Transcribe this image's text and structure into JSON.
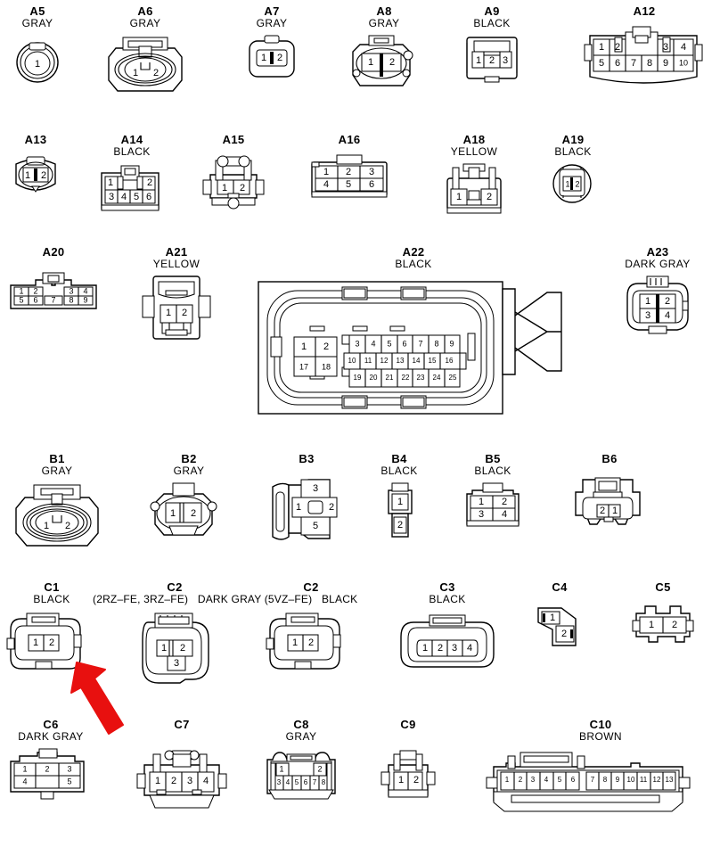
{
  "document": {
    "kind": "connector-identification-chart",
    "background": "#ffffff",
    "line_color": "#000000",
    "annotation_color": "#e8100f"
  },
  "annotation": {
    "name": "red-arrow",
    "points_to": "C1",
    "color": "#e8100f"
  },
  "connectors": [
    {
      "id": "A5",
      "color": "GRAY",
      "pins": [
        "1"
      ]
    },
    {
      "id": "A6",
      "color": "GRAY",
      "pins": [
        "1",
        "2"
      ]
    },
    {
      "id": "A7",
      "color": "GRAY",
      "pins": [
        "1",
        "2"
      ]
    },
    {
      "id": "A8",
      "color": "GRAY",
      "pins": [
        "1",
        "2"
      ]
    },
    {
      "id": "A9",
      "color": "BLACK",
      "pins": [
        "1",
        "2",
        "3"
      ]
    },
    {
      "id": "A12",
      "color": "",
      "pins": [
        "1",
        "2",
        "3",
        "4",
        "5",
        "6",
        "7",
        "8",
        "9",
        "10"
      ]
    },
    {
      "id": "A13",
      "color": "",
      "pins": [
        "1",
        "2"
      ]
    },
    {
      "id": "A14",
      "color": "BLACK",
      "pins": [
        "1",
        "2",
        "3",
        "4",
        "5",
        "6"
      ]
    },
    {
      "id": "A15",
      "color": "",
      "pins": [
        "1",
        "2"
      ]
    },
    {
      "id": "A16",
      "color": "",
      "pins": [
        "1",
        "2",
        "3",
        "4",
        "5",
        "6"
      ]
    },
    {
      "id": "A18",
      "color": "YELLOW",
      "pins": [
        "1",
        "2"
      ]
    },
    {
      "id": "A19",
      "color": "BLACK",
      "pins": [
        "1",
        "2"
      ]
    },
    {
      "id": "A20",
      "color": "",
      "pins": [
        "1",
        "2",
        "3",
        "4",
        "5",
        "6",
        "7",
        "8",
        "9"
      ]
    },
    {
      "id": "A21",
      "color": "YELLOW",
      "pins": [
        "1",
        "2"
      ]
    },
    {
      "id": "A22",
      "color": "BLACK",
      "pins": [
        "1",
        "2",
        "17",
        "18",
        "3",
        "4",
        "5",
        "6",
        "7",
        "8",
        "9",
        "10",
        "11",
        "12",
        "13",
        "14",
        "15",
        "16",
        "19",
        "20",
        "21",
        "22",
        "23",
        "24",
        "25"
      ]
    },
    {
      "id": "A23",
      "color": "DARK GRAY",
      "pins": [
        "1",
        "2",
        "3",
        "4"
      ]
    },
    {
      "id": "B1",
      "color": "GRAY",
      "pins": [
        "1",
        "2"
      ]
    },
    {
      "id": "B2",
      "color": "GRAY",
      "pins": [
        "1",
        "2"
      ]
    },
    {
      "id": "B3",
      "color": "",
      "pins": [
        "3",
        "1",
        "2",
        "5"
      ]
    },
    {
      "id": "B4",
      "color": "BLACK",
      "pins": [
        "1",
        "2"
      ]
    },
    {
      "id": "B5",
      "color": "BLACK",
      "pins": [
        "1",
        "2",
        "3",
        "4"
      ]
    },
    {
      "id": "B6",
      "color": "",
      "pins": [
        "2",
        "1"
      ]
    },
    {
      "id": "C1",
      "color": "BLACK",
      "pins": [
        "1",
        "2"
      ]
    },
    {
      "id": "C2a",
      "id_label": "C2",
      "variant": "(2RZ–FE, 3RZ–FE)",
      "color": "DARK GRAY",
      "pins": [
        "1",
        "2",
        "3"
      ]
    },
    {
      "id": "C2b",
      "id_label": "C2",
      "variant": "(5VZ–FE)",
      "color": "BLACK",
      "pins": [
        "1",
        "2"
      ]
    },
    {
      "id": "C3",
      "color": "BLACK",
      "pins": [
        "1",
        "2",
        "3",
        "4"
      ]
    },
    {
      "id": "C4",
      "color": "",
      "pins": [
        "1",
        "2"
      ]
    },
    {
      "id": "C5",
      "color": "",
      "pins": [
        "1",
        "2"
      ]
    },
    {
      "id": "C6",
      "color": "DARK GRAY",
      "pins": [
        "1",
        "2",
        "3",
        "4",
        "5"
      ]
    },
    {
      "id": "C7",
      "color": "",
      "pins": [
        "1",
        "2",
        "3",
        "4"
      ]
    },
    {
      "id": "C8",
      "color": "GRAY",
      "pins": [
        "1",
        "2",
        "3",
        "4",
        "5",
        "6",
        "7",
        "8"
      ]
    },
    {
      "id": "C9",
      "color": "",
      "pins": [
        "1",
        "2"
      ]
    },
    {
      "id": "C10",
      "color": "BROWN",
      "pins": [
        "1",
        "2",
        "3",
        "4",
        "5",
        "6",
        "7",
        "8",
        "9",
        "10",
        "11",
        "12",
        "13"
      ]
    }
  ],
  "labels": {
    "a5_id": "A5",
    "a5_color": "GRAY",
    "a5_p1": "1",
    "a6_id": "A6",
    "a6_color": "GRAY",
    "a6_p1": "1",
    "a6_p2": "2",
    "a7_id": "A7",
    "a7_color": "GRAY",
    "a7_p1": "1",
    "a7_p2": "2",
    "a8_id": "A8",
    "a8_color": "GRAY",
    "a8_p1": "1",
    "a8_p2": "2",
    "a9_id": "A9",
    "a9_color": "BLACK",
    "a9_p1": "1",
    "a9_p2": "2",
    "a9_p3": "3",
    "a12_id": "A12",
    "a12_p1": "1",
    "a12_p2": "2",
    "a12_p3": "3",
    "a12_p4": "4",
    "a12_p5": "5",
    "a12_p6": "6",
    "a12_p7": "7",
    "a12_p8": "8",
    "a12_p9": "9",
    "a12_p10": "10",
    "a13_id": "A13",
    "a13_p1": "1",
    "a13_p2": "2",
    "a14_id": "A14",
    "a14_color": "BLACK",
    "a14_p1": "1",
    "a14_p2": "2",
    "a14_p3": "3",
    "a14_p4": "4",
    "a14_p5": "5",
    "a14_p6": "6",
    "a15_id": "A15",
    "a15_p1": "1",
    "a15_p2": "2",
    "a16_id": "A16",
    "a16_p1": "1",
    "a16_p2": "2",
    "a16_p3": "3",
    "a16_p4": "4",
    "a16_p5": "5",
    "a16_p6": "6",
    "a18_id": "A18",
    "a18_color": "YELLOW",
    "a18_p1": "1",
    "a18_p2": "2",
    "a19_id": "A19",
    "a19_color": "BLACK",
    "a19_p1": "1",
    "a19_p2": "2",
    "a20_id": "A20",
    "a20_p1": "1",
    "a20_p2": "2",
    "a20_p3": "3",
    "a20_p4": "4",
    "a20_p5": "5",
    "a20_p6": "6",
    "a20_p7": "7",
    "a20_p8": "8",
    "a20_p9": "9",
    "a21_id": "A21",
    "a21_color": "YELLOW",
    "a21_p1": "1",
    "a21_p2": "2",
    "a22_id": "A22",
    "a22_color": "BLACK",
    "a22_p1": "1",
    "a22_p2": "2",
    "a22_p17": "17",
    "a22_p18": "18",
    "a22_p3": "3",
    "a22_p4": "4",
    "a22_p5": "5",
    "a22_p6": "6",
    "a22_p7": "7",
    "a22_p8": "8",
    "a22_p9": "9",
    "a22_p10": "10",
    "a22_p11": "11",
    "a22_p12": "12",
    "a22_p13": "13",
    "a22_p14": "14",
    "a22_p15": "15",
    "a22_p16": "16",
    "a22_p19": "19",
    "a22_p20": "20",
    "a22_p21": "21",
    "a22_p22": "22",
    "a22_p23": "23",
    "a22_p24": "24",
    "a22_p25": "25",
    "a23_id": "A23",
    "a23_color": "DARK GRAY",
    "a23_p1": "1",
    "a23_p2": "2",
    "a23_p3": "3",
    "a23_p4": "4",
    "b1_id": "B1",
    "b1_color": "GRAY",
    "b1_p1": "1",
    "b1_p2": "2",
    "b2_id": "B2",
    "b2_color": "GRAY",
    "b2_p1": "1",
    "b2_p2": "2",
    "b3_id": "B3",
    "b3_p1": "1",
    "b3_p2": "2",
    "b3_p3": "3",
    "b3_p5": "5",
    "b4_id": "B4",
    "b4_color": "BLACK",
    "b4_p1": "1",
    "b4_p2": "2",
    "b5_id": "B5",
    "b5_color": "BLACK",
    "b5_p1": "1",
    "b5_p2": "2",
    "b5_p3": "3",
    "b5_p4": "4",
    "b6_id": "B6",
    "b6_p1": "1",
    "b6_p2": "2",
    "c1_id": "C1",
    "c1_color": "BLACK",
    "c1_p1": "1",
    "c1_p2": "2",
    "c2a_id": "C2",
    "c2a_variant": "(2RZ–FE, 3RZ–FE)",
    "c2a_color": "DARK GRAY",
    "c2a_p1": "1",
    "c2a_p2": "2",
    "c2a_p3": "3",
    "c2b_id": "C2",
    "c2b_variant": "(5VZ–FE)",
    "c2b_color": "BLACK",
    "c2b_p1": "1",
    "c2b_p2": "2",
    "c3_id": "C3",
    "c3_color": "BLACK",
    "c3_p1": "1",
    "c3_p2": "2",
    "c3_p3": "3",
    "c3_p4": "4",
    "c4_id": "C4",
    "c4_p1": "1",
    "c4_p2": "2",
    "c5_id": "C5",
    "c5_p1": "1",
    "c5_p2": "2",
    "c6_id": "C6",
    "c6_color": "DARK GRAY",
    "c6_p1": "1",
    "c6_p2": "2",
    "c6_p3": "3",
    "c6_p4": "4",
    "c6_p5": "5",
    "c7_id": "C7",
    "c7_p1": "1",
    "c7_p2": "2",
    "c7_p3": "3",
    "c7_p4": "4",
    "c8_id": "C8",
    "c8_color": "GRAY",
    "c8_p1": "1",
    "c8_p2": "2",
    "c8_p3": "3",
    "c8_p4": "4",
    "c8_p5": "5",
    "c8_p6": "6",
    "c8_p7": "7",
    "c8_p8": "8",
    "c9_id": "C9",
    "c9_p1": "1",
    "c9_p2": "2",
    "c10_id": "C10",
    "c10_color": "BROWN",
    "c10_p1": "1",
    "c10_p2": "2",
    "c10_p3": "3",
    "c10_p4": "4",
    "c10_p5": "5",
    "c10_p6": "6",
    "c10_p7": "7",
    "c10_p8": "8",
    "c10_p9": "9",
    "c10_p10": "10",
    "c10_p11": "11",
    "c10_p12": "12",
    "c10_p13": "13"
  }
}
